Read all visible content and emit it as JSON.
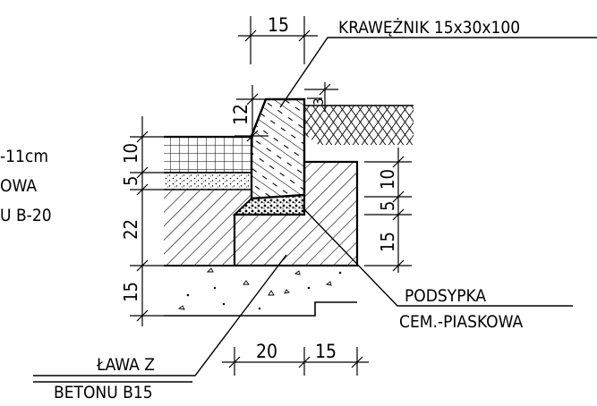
{
  "labels": {
    "curb": "KRAWĘŻNIK 15x30x100",
    "bedding_line1": "PODSYPKA",
    "bedding_line2": "CEM.-PIASKOWA",
    "bench_line1": "ŁAWA Z",
    "bench_line2": "BETONU B15",
    "left_line1": "-11cm",
    "left_line2": "OWA",
    "left_line3": "U B-20"
  },
  "dimensions": {
    "top_width": "15",
    "curb_reveal": "12",
    "gap": "3",
    "left_5": "5",
    "left_10": "10",
    "left_22": "22",
    "left_15": "15",
    "right_10": "10",
    "right_5": "5",
    "right_15": "15",
    "bottom_20": "20",
    "bottom_15": "15"
  }
}
